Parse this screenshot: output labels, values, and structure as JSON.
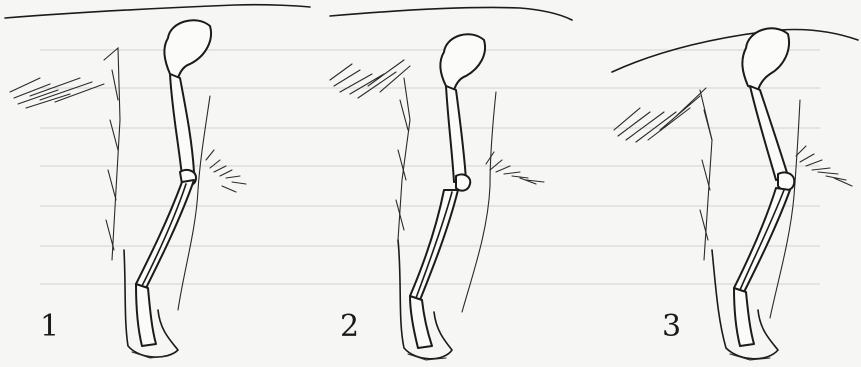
{
  "figure": {
    "panels": [
      {
        "id": "panel-1",
        "label": "1"
      },
      {
        "id": "panel-2",
        "label": "2"
      },
      {
        "id": "panel-3",
        "label": "3"
      }
    ],
    "colors": {
      "ink": "#1b1b1b",
      "paper": "#f6f6f4",
      "bone": "#fbfbf9"
    }
  }
}
